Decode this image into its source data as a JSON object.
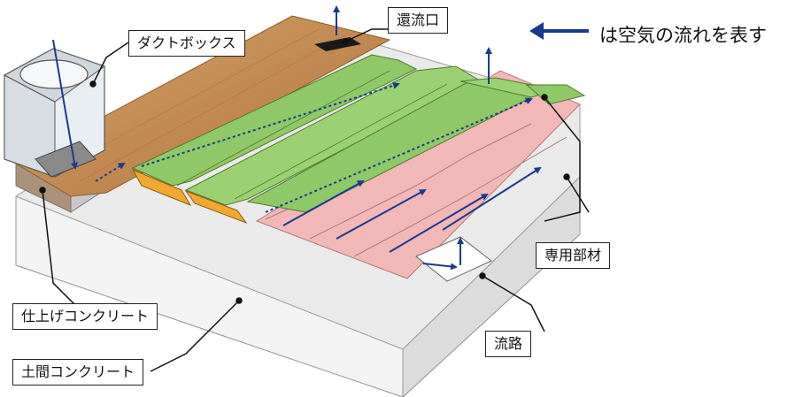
{
  "labels": {
    "duct_box": "ダクトボックス",
    "return_vent": "還流口",
    "special_member": "専用部材",
    "finish_concrete": "仕上げコンクリート",
    "soil_concrete": "土間コンクリート",
    "flow_path": "流路"
  },
  "legend": {
    "text": "は空気の流れを表す",
    "arrow_color": "#1a3a8c"
  },
  "colors": {
    "wood": "#c8955a",
    "green_panel": "#8fc866",
    "pink_path": "#f2b8b8",
    "orange_block": "#f0a830",
    "concrete": "#e8e8e8",
    "air_arrow": "#1a3a8c"
  }
}
